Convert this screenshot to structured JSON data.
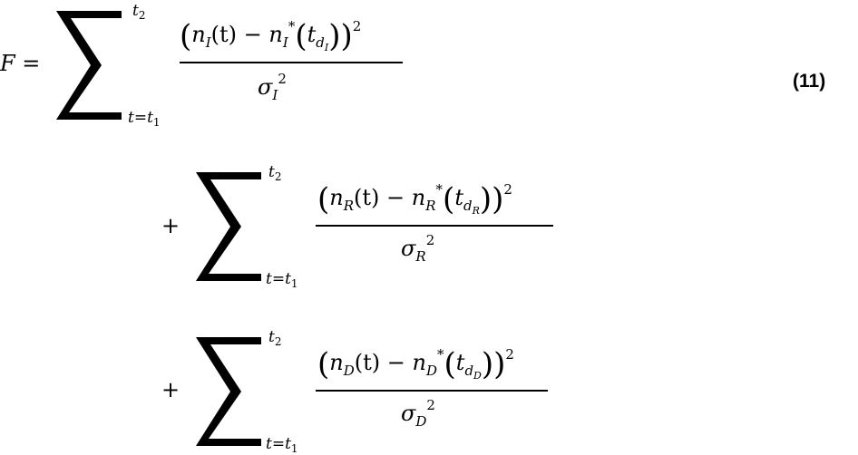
{
  "equation": {
    "lhs": "F =",
    "plus": "+",
    "number": "(11)",
    "terms": [
      {
        "sub": "I",
        "lower_limit": "t=t",
        "lower_limit_sub": "1",
        "upper_limit": "t",
        "upper_limit_sub": "2",
        "numerator": {
          "n": "n",
          "t": "(t) − ",
          "star": "*",
          "td": "t",
          "d": "d",
          "sq": "2"
        },
        "denominator": {
          "sigma": "σ",
          "sq": "2"
        }
      },
      {
        "sub": "R",
        "lower_limit": "t=t",
        "lower_limit_sub": "1",
        "upper_limit": "t",
        "upper_limit_sub": "2",
        "numerator": {
          "n": "n",
          "t": "(t) − ",
          "star": "*",
          "td": "t",
          "d": "d",
          "sq": "2"
        },
        "denominator": {
          "sigma": "σ",
          "sq": "2"
        }
      },
      {
        "sub": "D",
        "lower_limit": "t=t",
        "lower_limit_sub": "1",
        "upper_limit": "t",
        "upper_limit_sub": "2",
        "numerator": {
          "n": "n",
          "t": "(t) − ",
          "star": "*",
          "td": "t",
          "d": "d",
          "sq": "2"
        },
        "denominator": {
          "sigma": "σ",
          "sq": "2"
        }
      }
    ]
  }
}
